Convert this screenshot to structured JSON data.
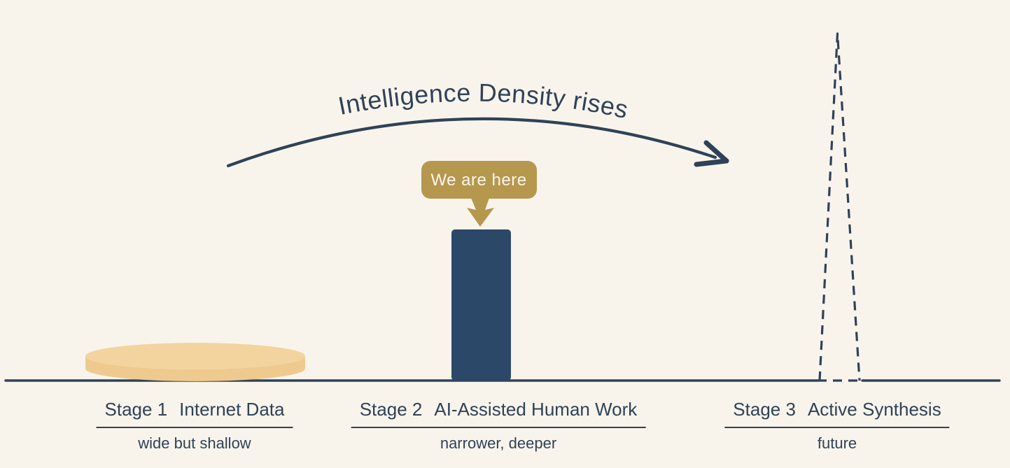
{
  "scene": {
    "background_color": "#f8f4ec",
    "ink_color": "#2f4257",
    "title": "Intelligence Density rises"
  },
  "badge": {
    "label": "We are here",
    "background_color": "#b6974e",
    "text_color": "#faf6ee"
  },
  "stages": [
    {
      "stage": "Stage 1",
      "name": "Internet Data",
      "subtitle": "wide but shallow",
      "shape": "wide-shallow-disc",
      "shape_fill": "#eeca8e",
      "shape_fill_top": "#f3d49e",
      "shape_outline": "#ad8b4b"
    },
    {
      "stage": "Stage 2",
      "name": "AI-Assisted Human Work",
      "subtitle": "narrower, deeper",
      "shape": "narrow-deep-bar",
      "shape_fill": "#2c4868"
    },
    {
      "stage": "Stage 3",
      "name": "Active Synthesis",
      "subtitle": "future",
      "shape": "dashed-future-spike",
      "shape_fill": "none"
    }
  ]
}
